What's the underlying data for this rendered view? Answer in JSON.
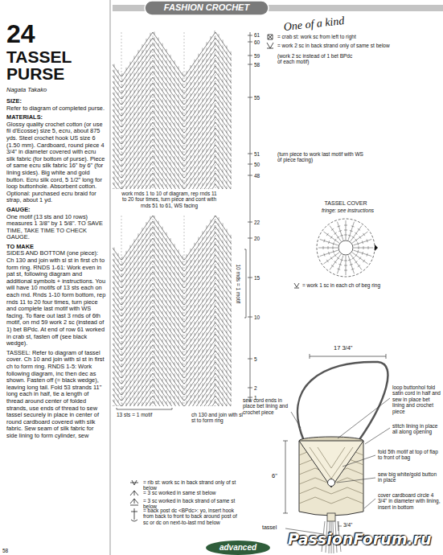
{
  "diagram": {
    "title": "TASSEL PURSE",
    "labels": [
      "FASHION CROCHET",
      "One of a kind",
      "24",
      "Nagata Takako",
      "SIZE:",
      "Refer to diagram of completed purse.",
      "MATERIALS:",
      "Glossy quality crochet cotton (or use fil d'Ecosse) size 5, ecru, about 875 yds. Steel crochet hook US size 6 (1.50 mm). Cardboard, round piece 4 3/4\" in diameter covered with ecru silk fabric (for bottom of purse). Piece of same ecru silk fabric 16\" by 6\" (for lining sides). Big white and gold button. Ecru silk cord, 5 1/2\" long for loop buttonhole. Absorbent cotton. Optional: purchased ecru braid for strap, about 1 yd.",
      "GAUGE:",
      "One motif (13 sts and 10 rows) measures 1 3/8\" by 1 5/8\". TO SAVE TIME, TAKE TIME TO CHECK GAUGE.",
      "TO MAKE",
      "SIDES AND BOTTOM (one piece): Ch 130 and join with sl st in first ch to form ring. RNDS 1-61: Work even in pat st, following diagram and additional symbols + instructions. You will have 10 motifs of 13 sts each on each rnd. Rnds 1-10 form bottom, rep rnds 11 to 20 four times, turn piece and complete last motif with WS facing. To flare out last 3 rnds of 6th motif, on rnd 59 work 2 sc (instead of 1) bet BPdc. At end of row 61 worked in crab st, fasten off (see black wedge).",
      "TASSEL: Refer to diagram of tassel cover. Ch 10 and join with sl st in first ch to form ring. RNDS 1-5: Work following diagram, inc then dec as shown. Fasten off (= black wedge), leaving long tail. Fold 53 strands 11\" long each in half, tie a length of thread around center of folded strands, use ends of thread to sew tassel securely in place in center of round cardboard covered with silk fabric. Sew seam of silk fabric for side lining to form cylinder, sew",
      "61",
      "60",
      "59",
      "(work 2 sc instead of 1 bet BPdc of each motif)",
      "58",
      "55",
      "51",
      "(turn piece to work last motif with WS of piece facing)",
      "50",
      "48",
      "work rnds 1 to 10 of diagram, rep rnds 11 to 20 four times, turn piece and cont with rnds 51 to 61, WS facing",
      "22",
      "20",
      "15",
      "10 rnds = 1 motif",
      "10",
      "5",
      "2",
      "1",
      "13 sts = 1 motif",
      "ch 130 and join with sl st to form ring",
      "TASSEL COVER",
      "fringe: see instructions",
      "17 3/4\"",
      "loop buttonhol fold satin cord in half and sew in place bet lining and crochet piece",
      "stitch lining in place all along opening",
      "sew cord ends in place bet lining and crochet piece",
      "fold 5th motif at top of flap to front of bag",
      "sew big white/gold button in place",
      "cover cardboard circle 4 3/4\" in diameter with lining, insert in bottom",
      "6\"",
      "3/4\"",
      "tassel",
      "58",
      "advanced",
      "PassionForum.ru"
    ],
    "legend": [
      {
        "text": "= crab st: work sc from left to right"
      },
      {
        "text": "= work 2 sc in back strand only of same st below"
      },
      {
        "text": "= work 1 sc in each ch of beg ring"
      },
      {
        "text": "= rib st: work sc in back strand only of st below"
      },
      {
        "text": "= 3 sc worked in same st below"
      },
      {
        "text": "= 3 sc worked in back strand of same st below"
      },
      {
        "text": "= back post dc <BPdc>: yo, insert hook from back to front to back around post of sc or dc on next-to-last rnd below"
      }
    ]
  }
}
